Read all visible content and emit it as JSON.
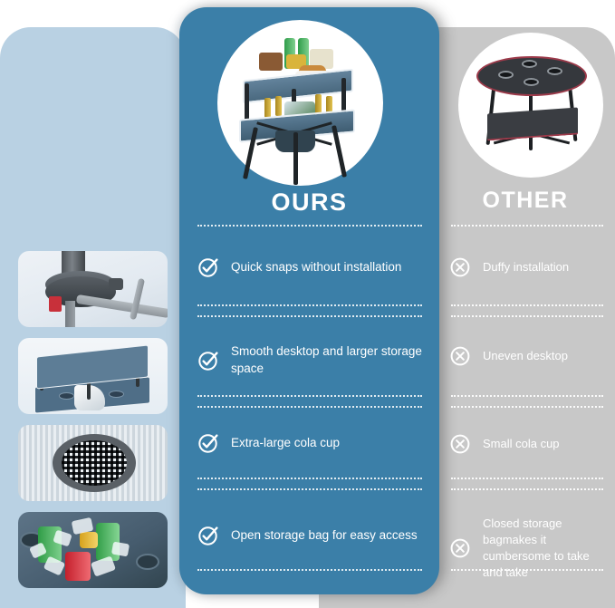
{
  "layout": {
    "colors": {
      "left_panel": "#b9d1e3",
      "right_panel": "#c8c8c8",
      "center_card": "#3b7fa8",
      "text_on_card": "#ffffff"
    }
  },
  "left_gallery": {
    "name": "product-detail-thumbnails",
    "thumbs": [
      {
        "alt": "snap-connector-closeup"
      },
      {
        "alt": "two-tier-table-top-view"
      },
      {
        "alt": "mesh-cup-holder-closeup"
      },
      {
        "alt": "ice-and-cans-in-storage-bag"
      }
    ]
  },
  "ours": {
    "title": "OURS",
    "hero_alt": "ours-two-tier-folding-table-with-food",
    "icon": "check-circle-icon",
    "features": [
      "Quick snaps without installation",
      "Smooth desktop and larger storage space",
      "Extra-large cola cup",
      "Open storage bag for easy access"
    ]
  },
  "other": {
    "title": "OTHER",
    "hero_alt": "other-round-folding-table",
    "icon": "x-circle-icon",
    "features": [
      "Duffy installation",
      "Uneven desktop",
      "Small cola cup",
      "Closed storage bagmakes it cumbersome to take and take"
    ]
  }
}
